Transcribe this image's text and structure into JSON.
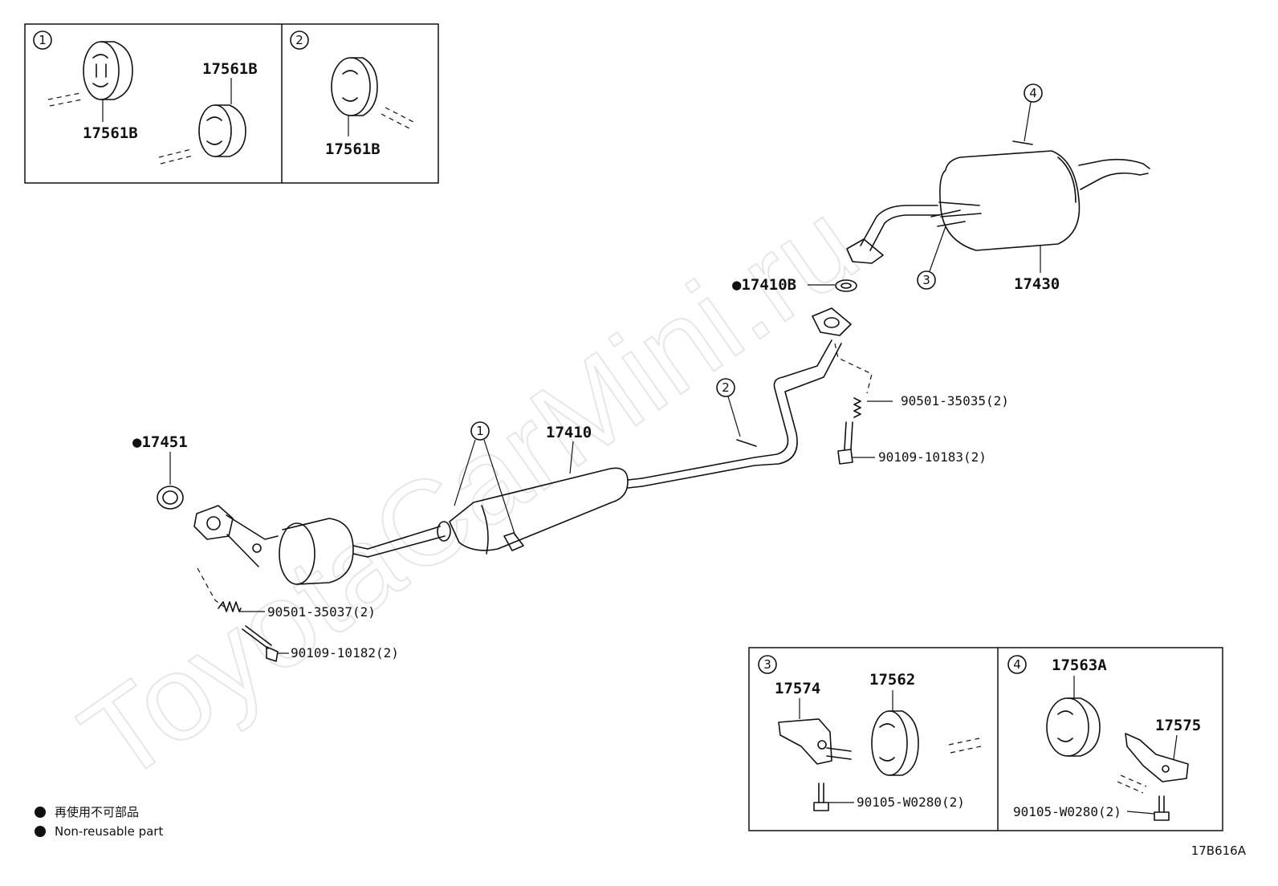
{
  "watermark": "ToyotaCarMini.ru",
  "diagram_code": "17B616A",
  "legend": {
    "symbol": "●",
    "japanese": "再使用不可部品",
    "english": "Non-reusable part"
  },
  "insets": {
    "inset1": {
      "marker": "1",
      "label_top": "17561B",
      "label_bottom": "17561B"
    },
    "inset2": {
      "marker": "2",
      "label": "17561B"
    },
    "inset3": {
      "marker": "3",
      "bracket": "17574",
      "insulator": "17562",
      "bolt": "90105-W0280(2)"
    },
    "inset4": {
      "marker": "4",
      "insulator": "17563A",
      "bracket": "17575",
      "bolt": "90105-W0280(2)"
    }
  },
  "callouts": {
    "gasket_front": "●17451",
    "pipe_assembly": "17410",
    "gasket_center": "●17410B",
    "tail_pipe": "17430",
    "spring_front": "90501-35037(2)",
    "bolt_front": "90109-10182(2)",
    "spring_center": "90501-35035(2)",
    "bolt_center": "90109-10183(2)",
    "marker_1": "1",
    "marker_2": "2",
    "marker_3": "3",
    "marker_4": "4"
  }
}
